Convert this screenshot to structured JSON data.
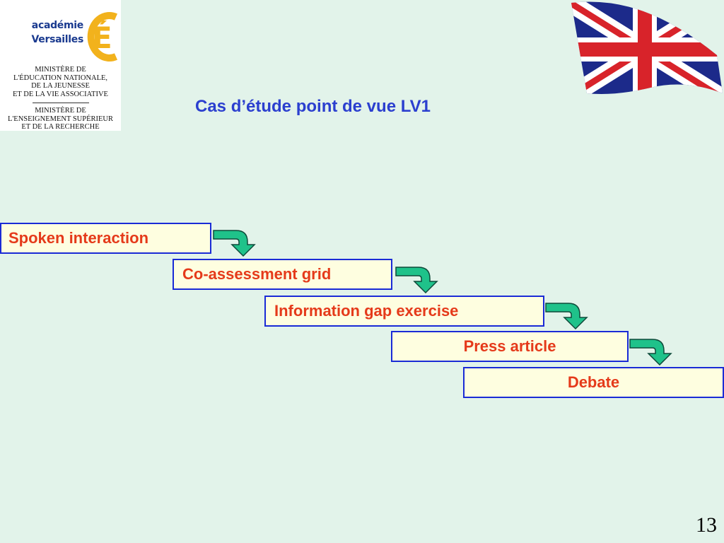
{
  "logo": {
    "academie": "académie",
    "versailles": "Versailles",
    "e_letter": "É",
    "ministry1": [
      "MINISTÈRE DE",
      "L'ÉDUCATION NATIONALE,",
      "DE LA JEUNESSE",
      "ET DE LA VIE ASSOCIATIVE"
    ],
    "ministry2": [
      "MINISTÈRE DE",
      "L'ENSEIGNEMENT SUPÉRIEUR",
      "ET DE LA RECHERCHE"
    ]
  },
  "title": "Cas d’étude point de vue LV1",
  "steps": [
    "Spoken interaction",
    "Co-assessment grid",
    "Information gap exercise",
    "Press article",
    "Debate"
  ],
  "page_number": "13",
  "colors": {
    "background": "#e2f3ea",
    "title": "#2b3fcf",
    "step_text": "#e53a1a",
    "step_border": "#1a2bd6",
    "step_fill": "#fefee0",
    "arrow": "#1fc28a"
  }
}
